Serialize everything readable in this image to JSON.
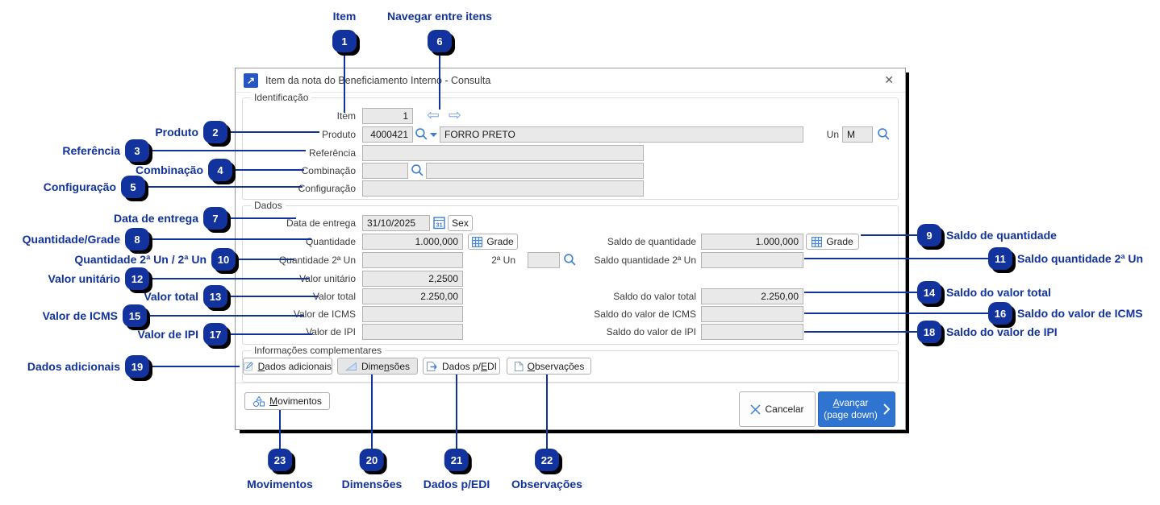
{
  "window": {
    "title": "Item da nota do Beneficiamento Interno - Consulta"
  },
  "icons": {
    "window_arrow": "↗",
    "close": "✕",
    "nav_prev": "⇦",
    "nav_next": "⇨"
  },
  "colors": {
    "annotation_navy": "#12339e",
    "primary_button_blue": "#2e74d0",
    "icon_blue": "#3b7dd8",
    "field_gray": "#e9e9e9"
  },
  "identificacao": {
    "legend": "Identificação",
    "item_label": "Item",
    "item_value": "1",
    "produto_label": "Produto",
    "produto_code": "4000421",
    "produto_desc": "FORRO PRETO",
    "un_label": "Un",
    "un_value": "M",
    "referencia_label": "Referência",
    "combinacao_label": "Combinação",
    "configuracao_label": "Configuração"
  },
  "dados": {
    "legend": "Dados",
    "data_entrega_label": "Data de entrega",
    "data_entrega_value": "31/10/2025",
    "calendar_day": "31",
    "weekday": "Sex",
    "quantidade_label": "Quantidade",
    "quantidade_value": "1.000,000",
    "grade_label": "Grade",
    "saldo_quantidade_label": "Saldo de quantidade",
    "saldo_quantidade_value": "1.000,000",
    "quantidade2_label": "Quantidade 2ª Un",
    "un2_label": "2ª Un",
    "saldo_quantidade2_label": "Saldo quantidade 2ª Un",
    "valor_unitario_label": "Valor unitário",
    "valor_unitario_value": "2,2500",
    "valor_total_label": "Valor total",
    "valor_total_value": "2.250,00",
    "saldo_valor_total_label": "Saldo do valor total",
    "saldo_valor_total_value": "2.250,00",
    "valor_icms_label": "Valor de ICMS",
    "saldo_valor_icms_label": "Saldo do valor de ICMS",
    "valor_ipi_label": "Valor de IPI",
    "saldo_valor_ipi_label": "Saldo do valor de IPI"
  },
  "info_complementares": {
    "legend": "Informações complementares",
    "dados_adicionais": {
      "pre": "",
      "key": "D",
      "post": "ados adicionais"
    },
    "dimensoes": {
      "pre": "Dime",
      "key": "n",
      "post": "sões"
    },
    "dados_edi": {
      "pre": "Dados p/",
      "key": "E",
      "post": "DI"
    },
    "observacoes": {
      "pre": "",
      "key": "O",
      "post": "bservações"
    }
  },
  "footer": {
    "movimentos": {
      "pre": "",
      "key": "M",
      "post": "ovimentos"
    },
    "cancelar": "Cancelar",
    "avancar": {
      "pre": "",
      "key": "A",
      "post": "vançar",
      "line2": "(page down)"
    }
  },
  "annotations": [
    {
      "num": "1",
      "label": "Item"
    },
    {
      "num": "2",
      "label": "Produto"
    },
    {
      "num": "3",
      "label": "Referência"
    },
    {
      "num": "4",
      "label": "Combinação"
    },
    {
      "num": "5",
      "label": "Configuração"
    },
    {
      "num": "6",
      "label": "Navegar entre itens"
    },
    {
      "num": "7",
      "label": "Data de entrega"
    },
    {
      "num": "8",
      "label": "Quantidade/Grade"
    },
    {
      "num": "9",
      "label": "Saldo de quantidade"
    },
    {
      "num": "10",
      "label": "Quantidade 2ª Un / 2ª Un"
    },
    {
      "num": "11",
      "label": "Saldo quantidade 2ª Un"
    },
    {
      "num": "12",
      "label": "Valor unitário"
    },
    {
      "num": "13",
      "label": "Valor total"
    },
    {
      "num": "14",
      "label": "Saldo do valor total"
    },
    {
      "num": "15",
      "label": "Valor de ICMS"
    },
    {
      "num": "16",
      "label": "Saldo do valor de ICMS"
    },
    {
      "num": "17",
      "label": "Valor de IPI"
    },
    {
      "num": "18",
      "label": "Saldo do valor de IPI"
    },
    {
      "num": "19",
      "label": "Dados adicionais"
    },
    {
      "num": "20",
      "label": "Dimensões"
    },
    {
      "num": "21",
      "label": "Dados p/EDI"
    },
    {
      "num": "22",
      "label": "Observações"
    },
    {
      "num": "23",
      "label": "Movimentos"
    }
  ]
}
